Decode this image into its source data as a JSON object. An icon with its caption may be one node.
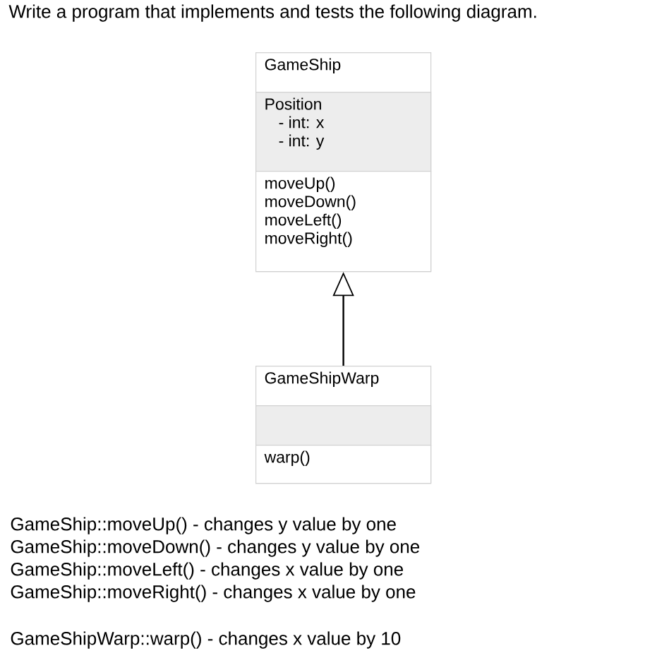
{
  "diagram": {
    "title": "Write a program that implements and tests the following diagram.",
    "nodes": [
      {
        "text": [
          "GameShip"
        ]
      },
      {
        "text": [
          "Position",
          "- int: x",
          "- int: y"
        ],
        "in": 0
      },
      {
        "text": [
          "moveUp()",
          "moveDown()",
          "moveLeft()",
          "moveRight()"
        ],
        "in": 0
      },
      {
        "text": [
          "GameShipWarp"
        ]
      },
      {
        "text": [],
        "shape": "box",
        "in": 3
      },
      {
        "text": [
          "warp()"
        ],
        "in": 3
      }
    ],
    "edges": [
      {
        "from": 3,
        "to": 0,
        "arrow": "to"
      }
    ],
    "labels": [
      "GameShip::moveUp() - changes y value by one",
      "GameShip::moveDown() - changes y value by one",
      "GameShip::moveLeft() - changes x value by one",
      "GameShip::moveRight() - changes x value by one",
      "GameShipWarp::warp() - changes x value by 10"
    ]
  }
}
